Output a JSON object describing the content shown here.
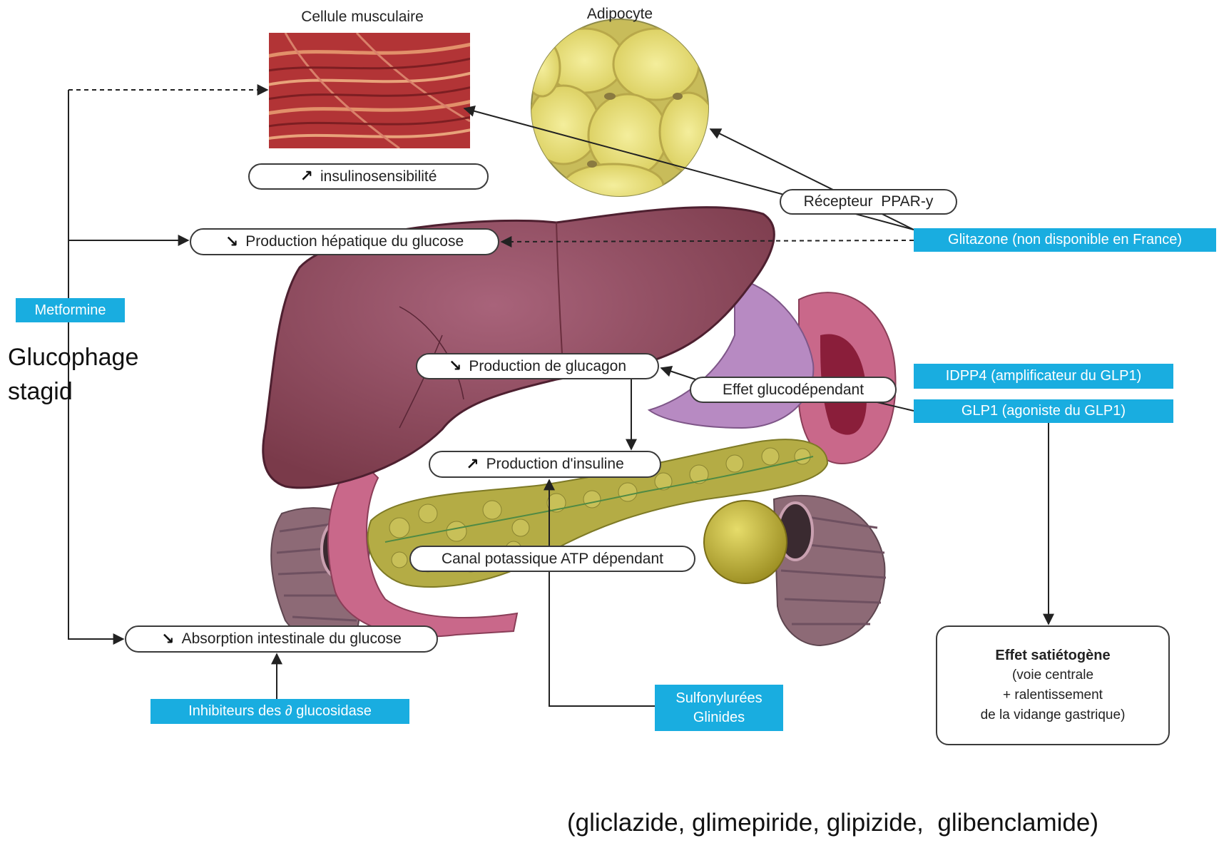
{
  "panels": {
    "muscle_title": "Cellule musculaire",
    "adipocyte_title": "Adipocyte"
  },
  "effects": {
    "insulinosensibilite": {
      "icon": "increase-arrow-icon",
      "text": "insulinosensibilité"
    },
    "production_hepatique": {
      "icon": "decrease-arrow-icon",
      "text": "Production hépatique du glucose"
    },
    "production_glucagon": {
      "icon": "decrease-arrow-icon",
      "text": "Production de glucagon"
    },
    "production_insuline": {
      "icon": "increase-arrow-icon",
      "text": "Production d'insuline"
    },
    "absorption_intestinale": {
      "icon": "decrease-arrow-icon",
      "text": "Absorption intestinale du glucose"
    }
  },
  "mechanisms": {
    "recepteur_ppar": "Récepteur  PPAR-y",
    "effet_glucodependant": "Effet glucodépendant",
    "canal_potassique": "Canal potassique ATP dépendant"
  },
  "drugs": {
    "glitazone": "Glitazone (non disponible en France)",
    "metformine": "Metformine",
    "idpp4": "IDPP4 (amplificateur du GLP1)",
    "glp1": "GLP1 (agoniste du GLP1)",
    "inhibiteurs": "Inhibiteurs des ∂ glucosidase",
    "sulfonylurees": "Sulfonylurées",
    "glinides": "Glinides"
  },
  "satiety": {
    "title": "Effet satiétogène",
    "lines": [
      "(voie centrale",
      "+ ralentissement",
      "de la vidange gastrique)"
    ]
  },
  "annotations": {
    "metformine_brands": [
      "Glucophage",
      "stagid"
    ],
    "sulfonylurees_examples": "(gliclazide, glimepiride, glipizide,  glibenclamide)"
  },
  "colors": {
    "drug_box": "#19ade0",
    "muscle": "#b23436",
    "adipocyte": "#e9e07a",
    "liver": "#8c4556",
    "pancreas": "#b4ac45",
    "intestine": "#c9688a",
    "colon": "#8d6a76"
  }
}
